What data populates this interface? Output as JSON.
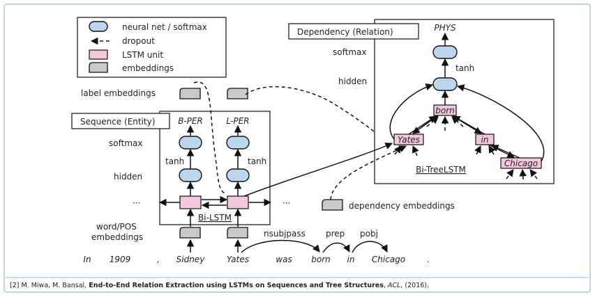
{
  "legend": {
    "items": [
      {
        "label": "neural net / softmax"
      },
      {
        "label": "dropout"
      },
      {
        "label": "LSTM unit"
      },
      {
        "label": "embeddings"
      }
    ]
  },
  "sequence": {
    "title": "Sequence (Entity)",
    "box_label": "Bi-LSTM",
    "label_embeddings": "label embeddings",
    "softmax": "softmax",
    "hidden": "hidden",
    "word_pos_line1": "word/POS",
    "word_pos_line2": "embeddings",
    "tags": [
      "B-PER",
      "L-PER"
    ],
    "tanh": "tanh",
    "ellipsis": "···"
  },
  "dependency": {
    "title": "Dependency (Relation)",
    "output": "PHYS",
    "softmax": "softmax",
    "hidden": "hidden",
    "tanh": "tanh",
    "nodes": {
      "born": "born",
      "yates": "Yates",
      "in": "in",
      "chicago": "Chicago"
    },
    "box_label": "Bi-TreeLSTM",
    "dep_embeddings": "dependency embeddings"
  },
  "sentence": {
    "words": [
      "In",
      "1909",
      ",",
      "Sidney",
      "Yates",
      "was",
      "born",
      "in",
      "Chicago",
      "."
    ],
    "arcs": [
      "nsubjpass",
      "prep",
      "pobj"
    ]
  },
  "citation": {
    "prefix": "[2] M. Miwa, M. Bansal, ",
    "title": "End-to-End Relation Extraction using LSTMs on Sequences and Tree Structures",
    "venue_sep": ", ",
    "venue": "ACL",
    "suffix": ", (2016)."
  }
}
